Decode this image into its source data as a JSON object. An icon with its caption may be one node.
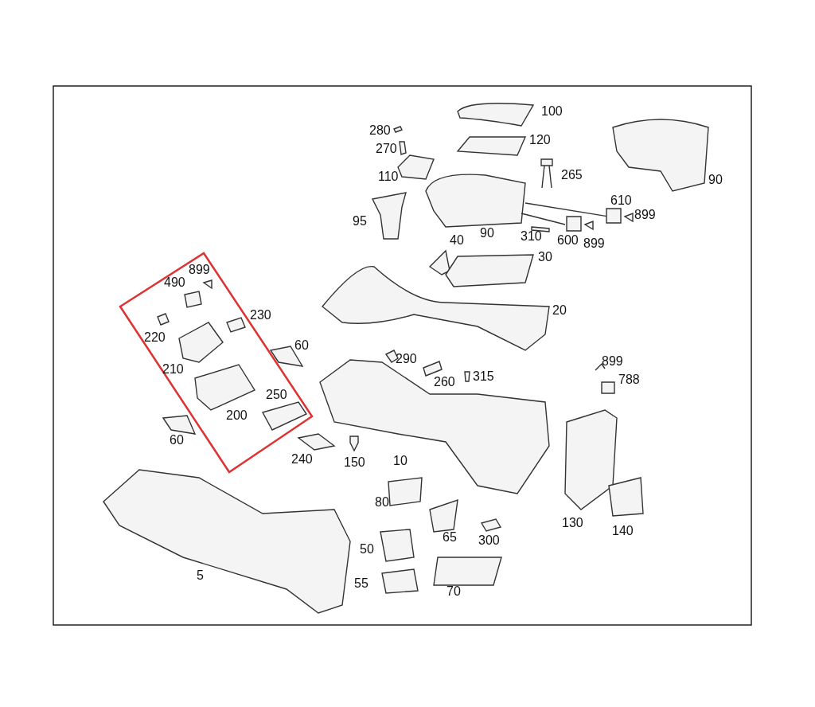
{
  "diagram": {
    "labels": [
      "100",
      "280",
      "120",
      "270",
      "90",
      "110",
      "265",
      "95",
      "90",
      "610",
      "899",
      "310",
      "600",
      "899",
      "40",
      "30",
      "899",
      "490",
      "230",
      "20",
      "220",
      "60",
      "210",
      "290",
      "260",
      "315",
      "899",
      "788",
      "250",
      "200",
      "60",
      "240",
      "150",
      "10",
      "80",
      "65",
      "130",
      "140",
      "300",
      "50",
      "5",
      "55",
      "70"
    ]
  }
}
